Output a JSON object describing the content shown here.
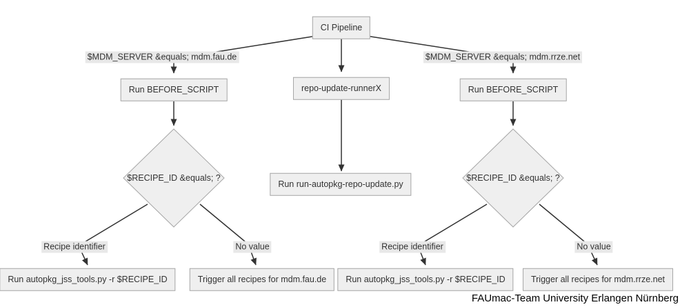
{
  "diagram": {
    "root": {
      "label": "CI Pipeline"
    },
    "nodes": {
      "before_script_left": "Run BEFORE_SCRIPT",
      "repo_update_runner": "repo-update-runnerX",
      "before_script_right": "Run BEFORE_SCRIPT",
      "decision_left": "$RECIPE_ID &equals; ?",
      "decision_right": "$RECIPE_ID &equals; ?",
      "run_repo_update": "Run run-autopkg-repo-update.py",
      "autopkg_left": "Run autopkg_jss_tools.py -r $RECIPE_ID",
      "trigger_fau": "Trigger all recipes for mdm.fau.de",
      "autopkg_right": "Run autopkg_jss_tools.py -r $RECIPE_ID",
      "trigger_rrze": "Trigger all recipes for mdm.rrze.net"
    },
    "edge_labels": {
      "fau_condition": "$MDM_SERVER &equals; mdm.fau.de",
      "rrze_condition": "$MDM_SERVER &equals; mdm.rrze.net",
      "recipe_identifier_left": "Recipe identifier",
      "no_value_left": "No value",
      "recipe_identifier_right": "Recipe identifier",
      "no_value_right": "No value"
    },
    "colors": {
      "node_fill": "#efefef",
      "node_border": "#a6a6a6",
      "edge_line": "#333333",
      "edge_label_bg": "#e8e8e8",
      "text": "#333333",
      "footer_text": "#000000"
    }
  },
  "footer": {
    "credit": "FAUmac-Team University Erlangen Nürnberg"
  }
}
